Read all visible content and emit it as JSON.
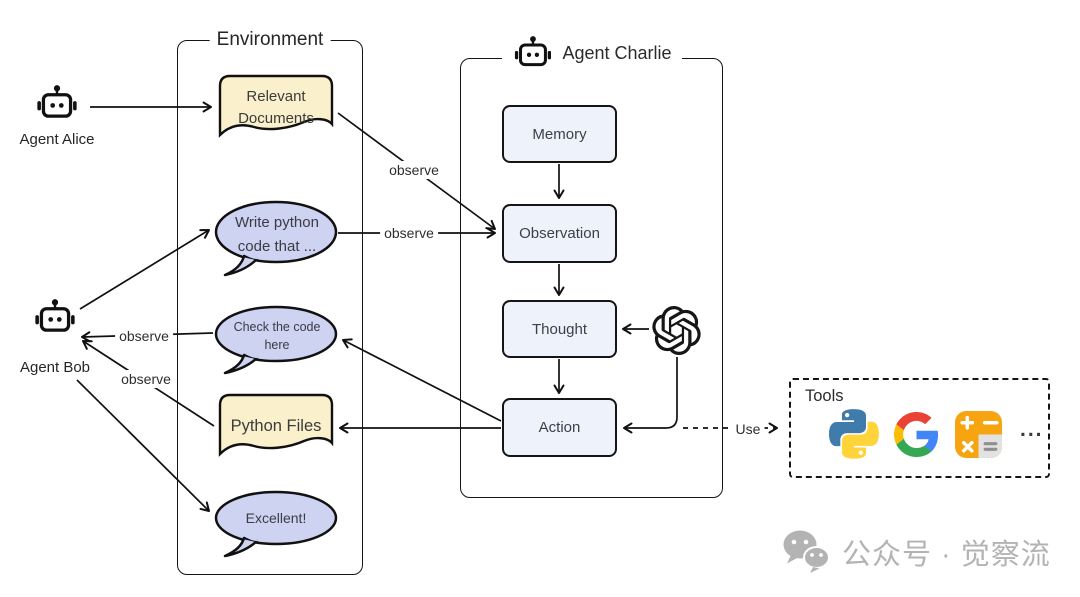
{
  "environment": {
    "title": "Environment",
    "relevant_documents": {
      "line1": "Relevant",
      "line2": "Documents"
    },
    "write_python_bubble": {
      "line1": "Write python",
      "line2": "code that ..."
    },
    "check_code_bubble": {
      "line1": "Check the code",
      "line2": "here"
    },
    "python_files": {
      "label": "Python Files"
    },
    "excellent_bubble": {
      "label": "Excellent!"
    }
  },
  "agents": {
    "alice": {
      "label": "Agent Alice",
      "icon": "robot-icon"
    },
    "bob": {
      "label": "Agent Bob",
      "icon": "robot-icon"
    },
    "charlie": {
      "title": "Agent Charlie",
      "icon": "robot-icon",
      "llm_icon": "openai-logo-icon",
      "pipeline": {
        "memory": "Memory",
        "observation": "Observation",
        "thought": "Thought",
        "action": "Action"
      }
    }
  },
  "edge_labels": {
    "observe_documents": "observe",
    "observe_write_python": "observe",
    "observe_check_code": "observe",
    "observe_python_files": "observe",
    "use": "Use"
  },
  "tools": {
    "title": "Tools",
    "icons": [
      "python-logo-icon",
      "google-logo-icon",
      "calculator-icon"
    ],
    "ellipsis": "..."
  },
  "watermark": {
    "icon": "wechat-icon",
    "text": "公众号 · 觉察流"
  },
  "colors": {
    "document_fill": "#fbf0cc",
    "bubble_fill": "#cdd3f1",
    "pipeline_box_fill": "#eef2fb",
    "stroke": "#151515",
    "watermark_gray": "#b3b3b3",
    "python_blue": "#3f7cac",
    "python_yellow": "#ffd43b",
    "google_red": "#ea4335",
    "google_blue": "#4285f4",
    "google_yellow": "#fbbc05",
    "google_green": "#34a853",
    "calculator_orange": "#f6a40f"
  }
}
